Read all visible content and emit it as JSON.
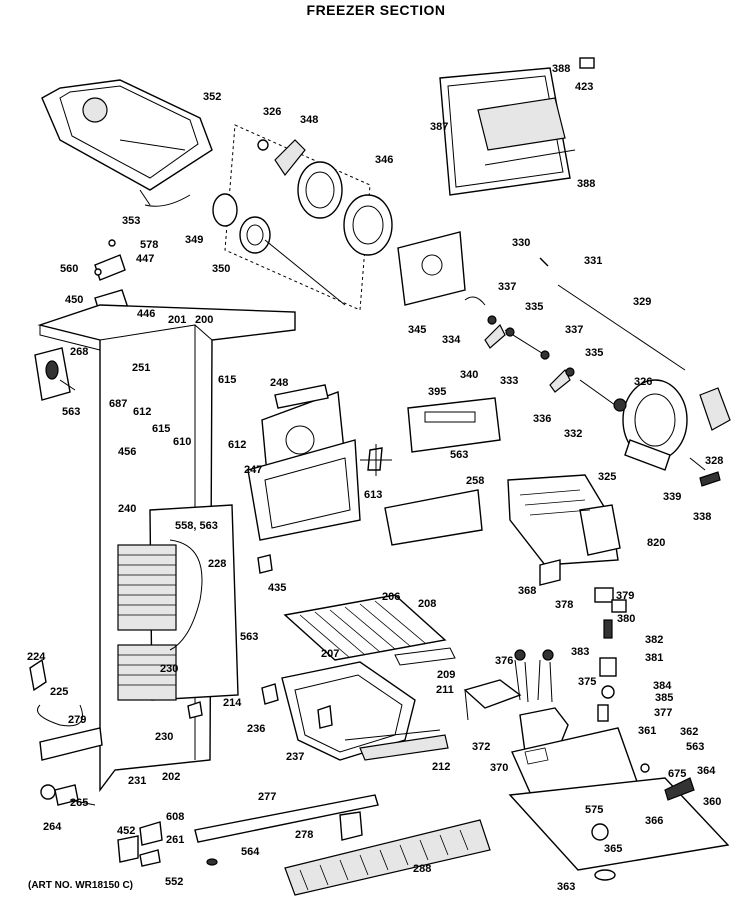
{
  "title": "FREEZER SECTION",
  "art_number": "(ART NO. WR18150 C)",
  "labels": [
    "352",
    "326",
    "348",
    "346",
    "387",
    "388",
    "423",
    "388",
    "353",
    "349",
    "350",
    "578",
    "447",
    "560",
    "450",
    "446",
    "201",
    "200",
    "268",
    "563",
    "687",
    "251",
    "615",
    "612",
    "615",
    "610",
    "248",
    "612",
    "247",
    "456",
    "345",
    "330",
    "331",
    "329",
    "337",
    "335",
    "334",
    "340",
    "333",
    "337",
    "335",
    "326",
    "336",
    "332",
    "325",
    "328",
    "339",
    "338",
    "395",
    "563",
    "613",
    "258",
    "820",
    "240",
    "558, 563",
    "228",
    "435",
    "563",
    "206",
    "208",
    "368",
    "378",
    "379",
    "380",
    "382",
    "381",
    "384",
    "385",
    "377",
    "376",
    "375",
    "383",
    "224",
    "225",
    "279",
    "207",
    "209",
    "211",
    "230",
    "230",
    "214",
    "236",
    "237",
    "212",
    "372",
    "370",
    "361",
    "362",
    "563",
    "675",
    "364",
    "360",
    "202",
    "231",
    "265",
    "264",
    "608",
    "277",
    "452",
    "261",
    "278",
    "564",
    "552",
    "575",
    "366",
    "365",
    "288",
    "363"
  ]
}
